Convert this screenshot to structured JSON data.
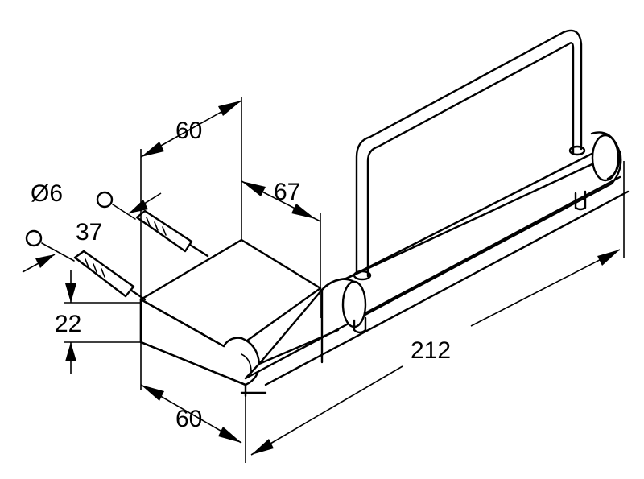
{
  "dimensions": {
    "d_top_width": "60",
    "d_depth": "67",
    "d_diameter": "Ø6",
    "d_plug_length": "37",
    "d_height": "22",
    "d_bottom_width": "60",
    "d_total_length": "212"
  }
}
